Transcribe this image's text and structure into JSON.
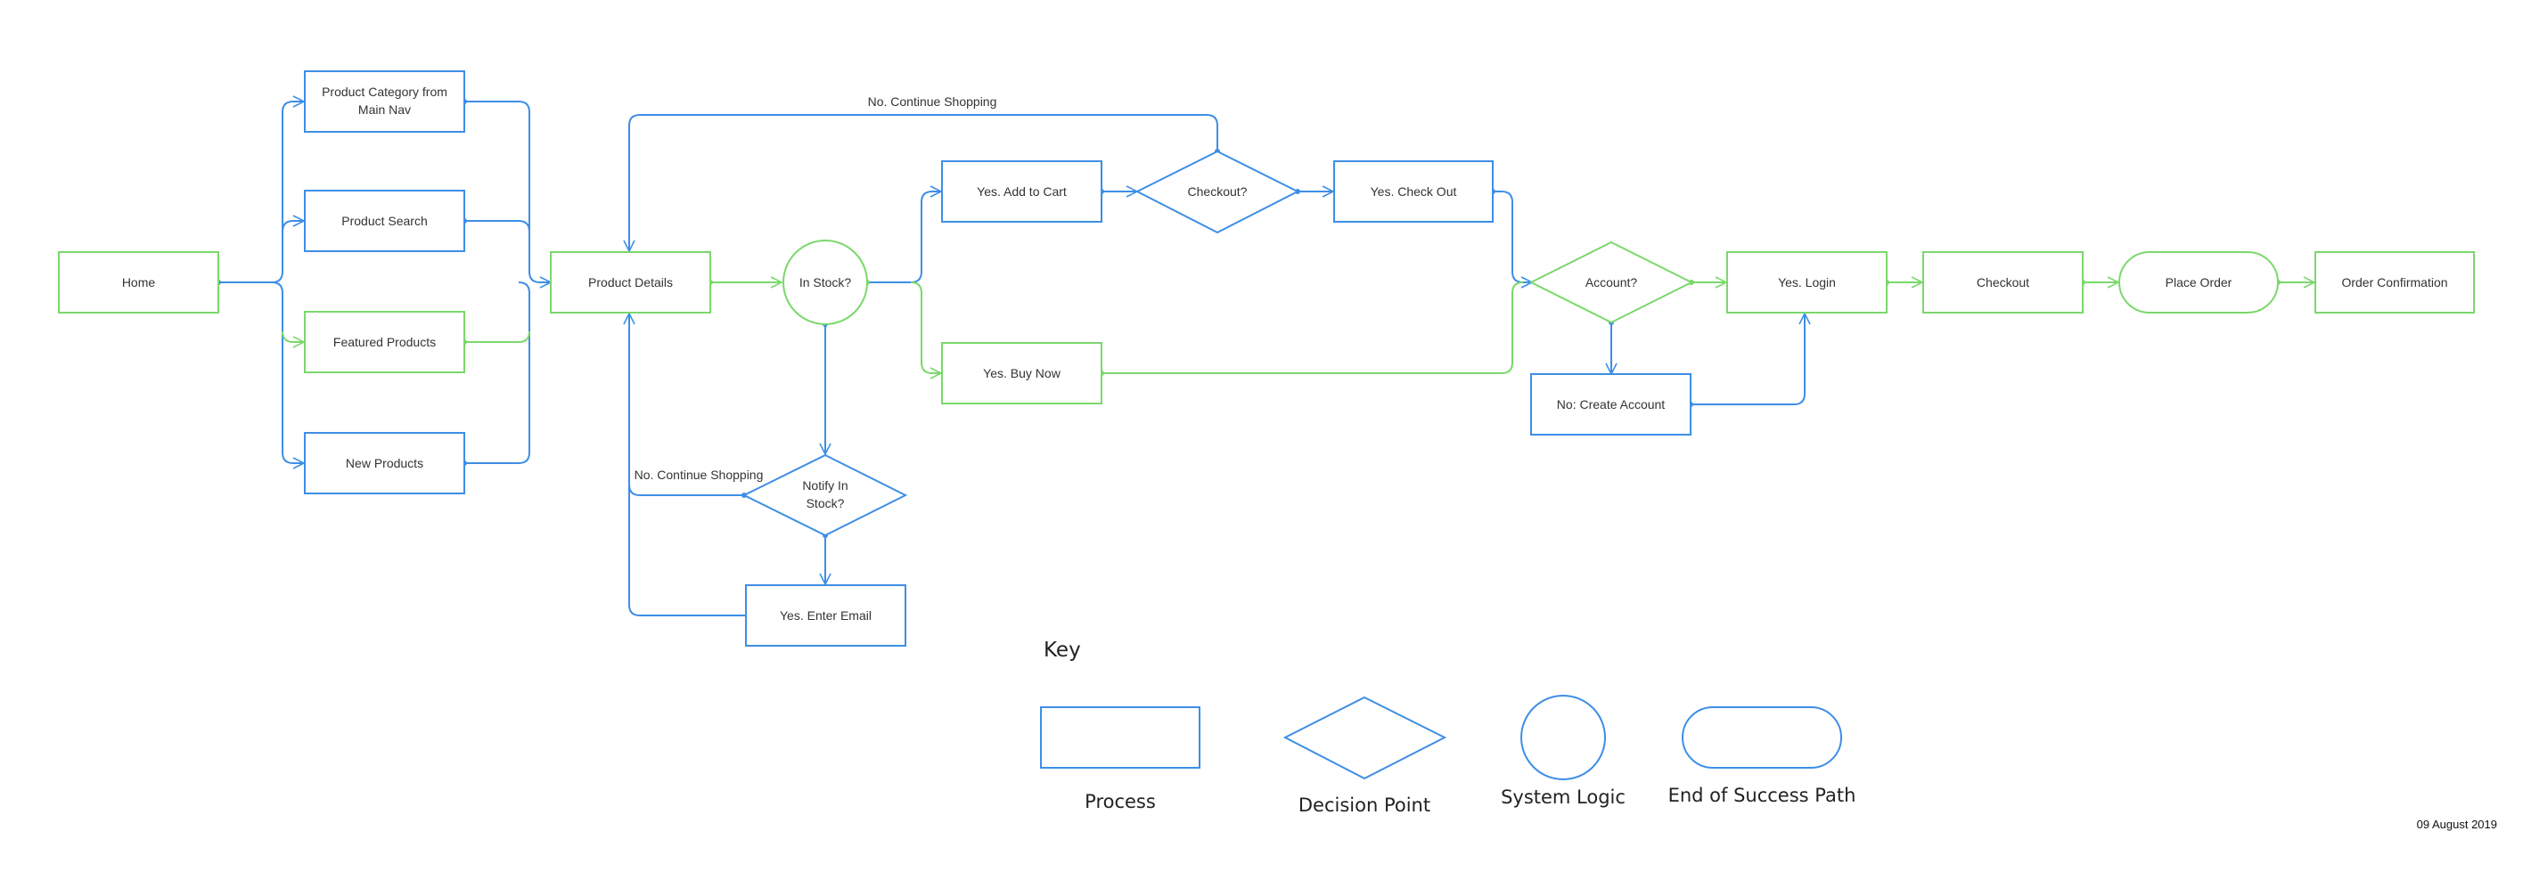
{
  "colors": {
    "process_path": "#3d8ee6",
    "success_path": "#7ad86b",
    "text": "#333333"
  },
  "nodes": {
    "home": "Home",
    "cat_line1": "Product Category from",
    "cat_line2": "Main Nav",
    "search": "Product Search",
    "featured": "Featured Products",
    "new_products": "New Products",
    "product_details": "Product Details",
    "in_stock": "In Stock?",
    "notify_line1": "Notify In",
    "notify_line2": "Stock?",
    "enter_email": "Yes. Enter Email",
    "add_to_cart": "Yes. Add to Cart",
    "buy_now": "Yes. Buy Now",
    "checkout_q": "Checkout?",
    "check_out": "Yes. Check Out",
    "account_q": "Account?",
    "create_account": "No: Create Account",
    "login": "Yes. Login",
    "checkout": "Checkout",
    "place_order": "Place Order",
    "order_confirmation": "Order Confirmation"
  },
  "edge_labels": {
    "continue_top": "No. Continue Shopping",
    "continue_notify": "No. Continue Shopping"
  },
  "key": {
    "title": "Key",
    "process": "Process",
    "decision": "Decision Point",
    "system_logic": "System Logic",
    "end_success": "End of Success Path"
  },
  "date": "09 August 2019"
}
